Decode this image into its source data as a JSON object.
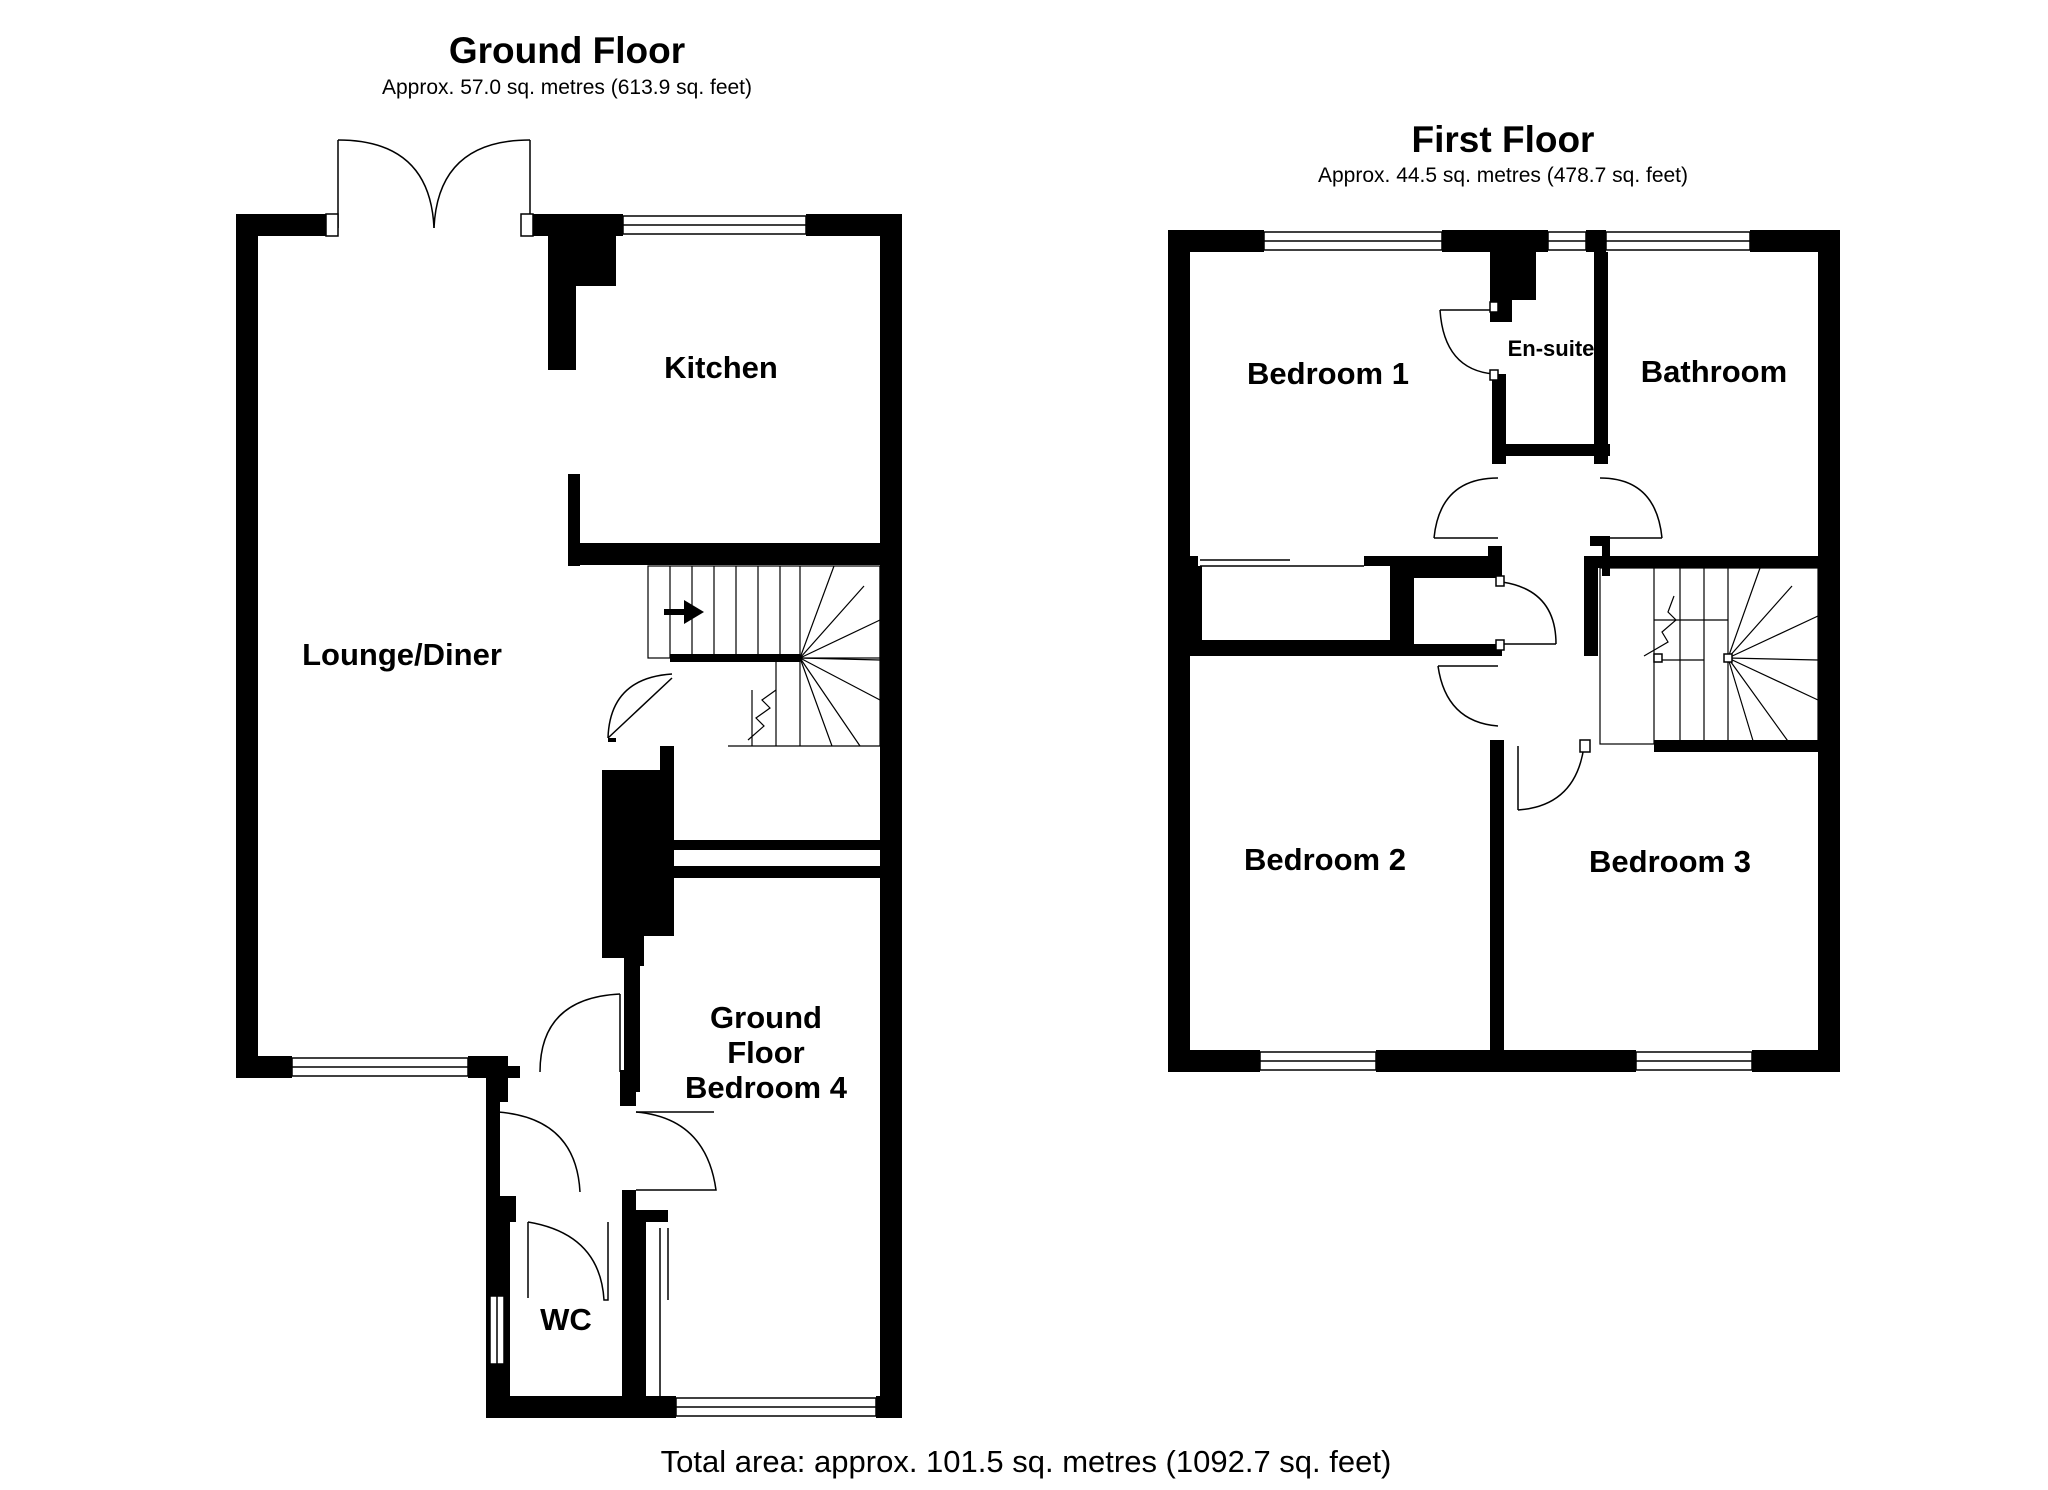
{
  "ground_floor": {
    "title": "Ground Floor",
    "area": "Approx. 57.0 sq. metres (613.9 sq. feet)",
    "rooms": {
      "lounge_diner": "Lounge/Diner",
      "kitchen": "Kitchen",
      "bedroom4_line1": "Ground",
      "bedroom4_line2": "Floor",
      "bedroom4_line3": "Bedroom 4",
      "wc": "WC"
    }
  },
  "first_floor": {
    "title": "First Floor",
    "area": "Approx. 44.5 sq. metres (478.7 sq. feet)",
    "rooms": {
      "bedroom1": "Bedroom 1",
      "ensuite": "En-suite",
      "bathroom": "Bathroom",
      "bedroom2": "Bedroom 2",
      "bedroom3": "Bedroom 3"
    }
  },
  "total_area": "Total area: approx. 101.5 sq. metres (1092.7 sq. feet)"
}
